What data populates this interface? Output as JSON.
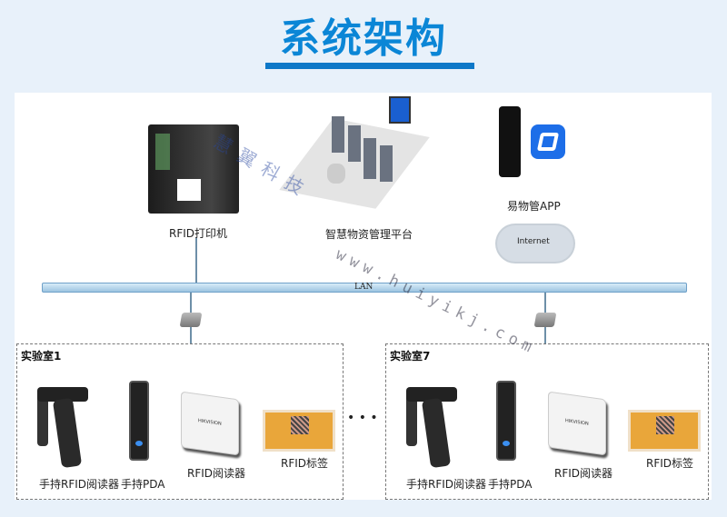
{
  "title": "系统架构",
  "top": {
    "printer_label": "RFID打印机",
    "platform_label": "智慧物资管理平台",
    "app_label": "易物管APP",
    "internet_label": "Internet",
    "lan_label": "LAN"
  },
  "labs": [
    {
      "title": "实验室1",
      "items": [
        "手持RFID阅读器",
        "手持PDA",
        "RFID阅读器",
        "RFID标签"
      ]
    },
    {
      "title": "实验室7",
      "items": [
        "手持RFID阅读器",
        "手持PDA",
        "RFID阅读器",
        "RFID标签"
      ]
    }
  ],
  "ellipsis": "• • •",
  "reader_brand": "HIKVISION",
  "watermark": {
    "name": "慧翼科技",
    "url": "www.huiyikj.com"
  },
  "colors": {
    "title": "#0b86d6",
    "background": "#e8f1fa"
  }
}
